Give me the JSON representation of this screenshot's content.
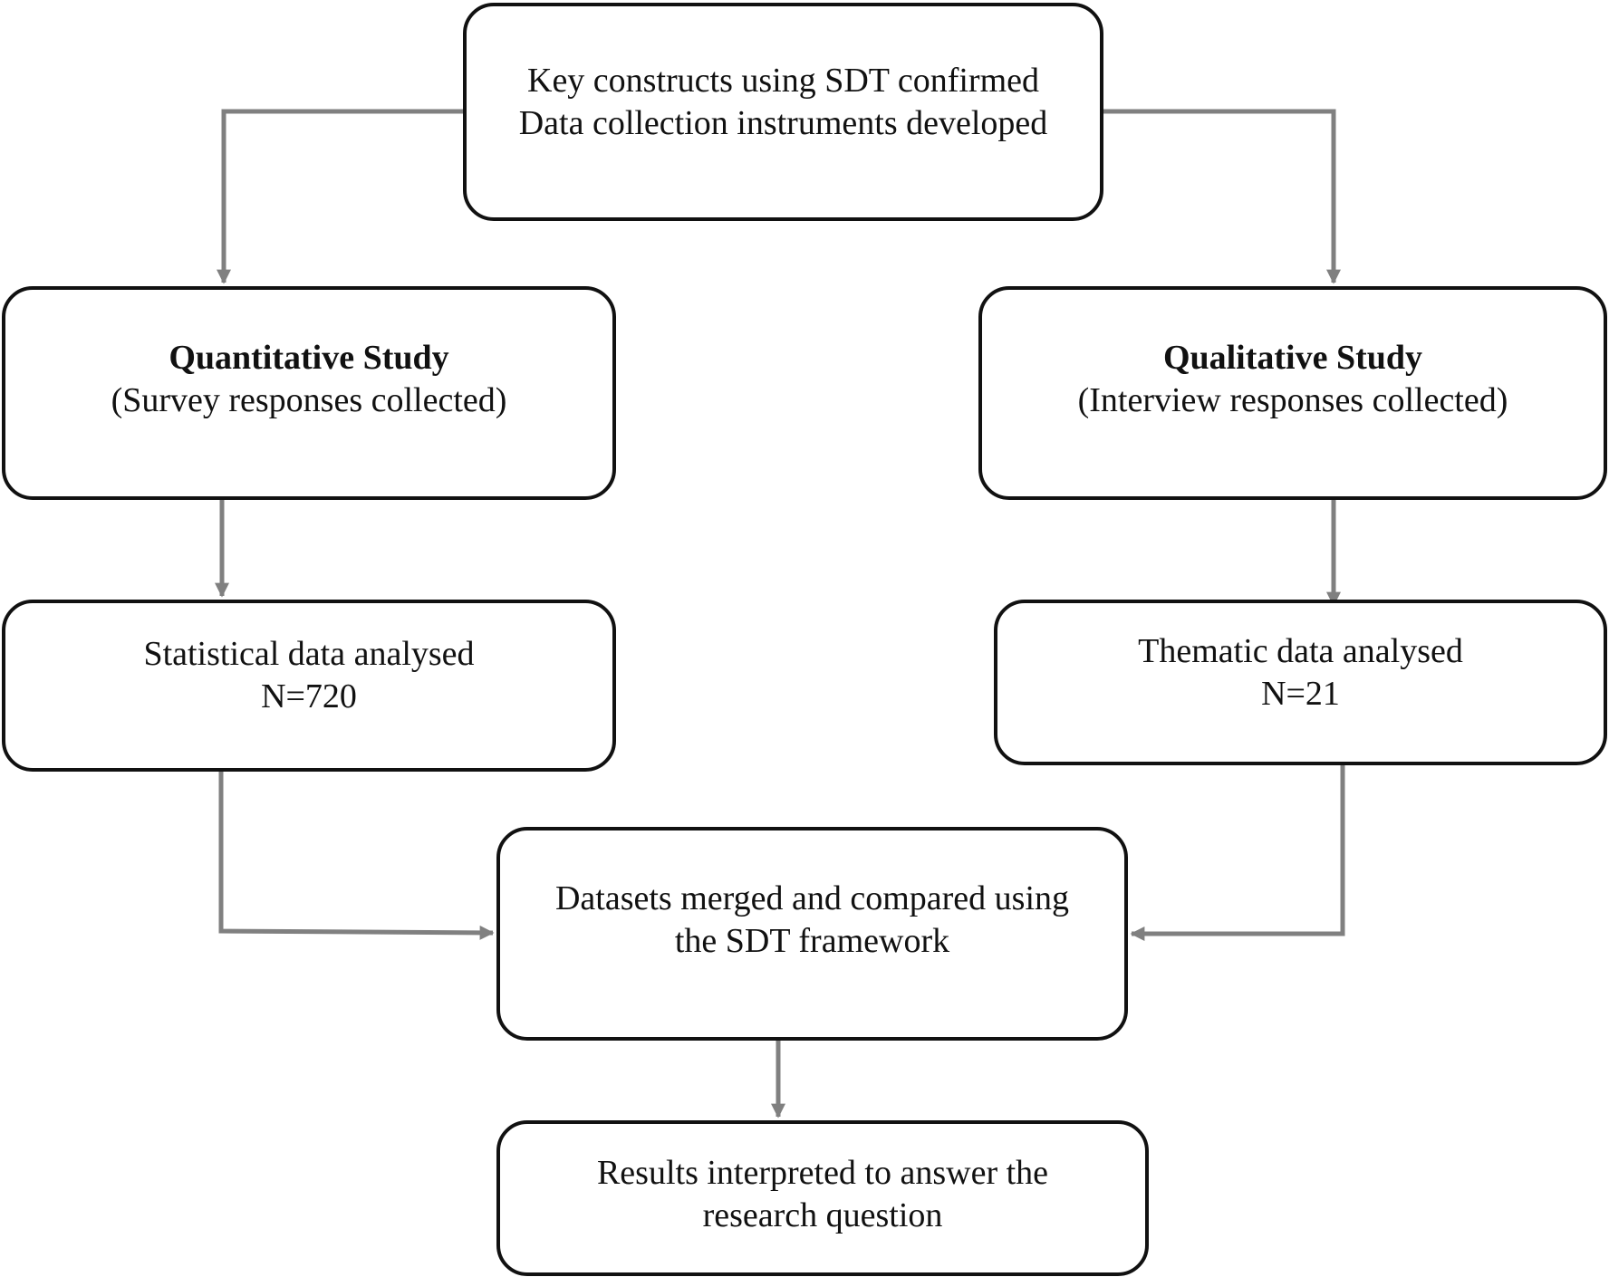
{
  "diagram": {
    "colors": {
      "box_border": "#111111",
      "connector": "#808080",
      "text": "#111111"
    },
    "nodes": {
      "top": {
        "lines": [
          "Key constructs using SDT confirmed",
          "Data collection instruments developed"
        ]
      },
      "quantitative": {
        "title": "Quantitative Study",
        "subtitle": "(Survey responses collected)"
      },
      "qualitative": {
        "title": "Qualitative Study",
        "subtitle": "(Interview responses collected)"
      },
      "statistical": {
        "lines": [
          "Statistical data analysed",
          "N=720"
        ]
      },
      "thematic": {
        "lines": [
          "Thematic data analysed",
          "N=21"
        ]
      },
      "merged": {
        "lines": [
          "Datasets merged and compared using",
          "the SDT framework"
        ]
      },
      "results": {
        "lines": [
          "Results interpreted to answer the",
          "research question"
        ]
      }
    },
    "edges": [
      {
        "from": "top",
        "to": "quantitative"
      },
      {
        "from": "top",
        "to": "qualitative"
      },
      {
        "from": "quantitative",
        "to": "statistical"
      },
      {
        "from": "qualitative",
        "to": "thematic"
      },
      {
        "from": "statistical",
        "to": "merged"
      },
      {
        "from": "thematic",
        "to": "merged"
      },
      {
        "from": "merged",
        "to": "results"
      }
    ]
  }
}
